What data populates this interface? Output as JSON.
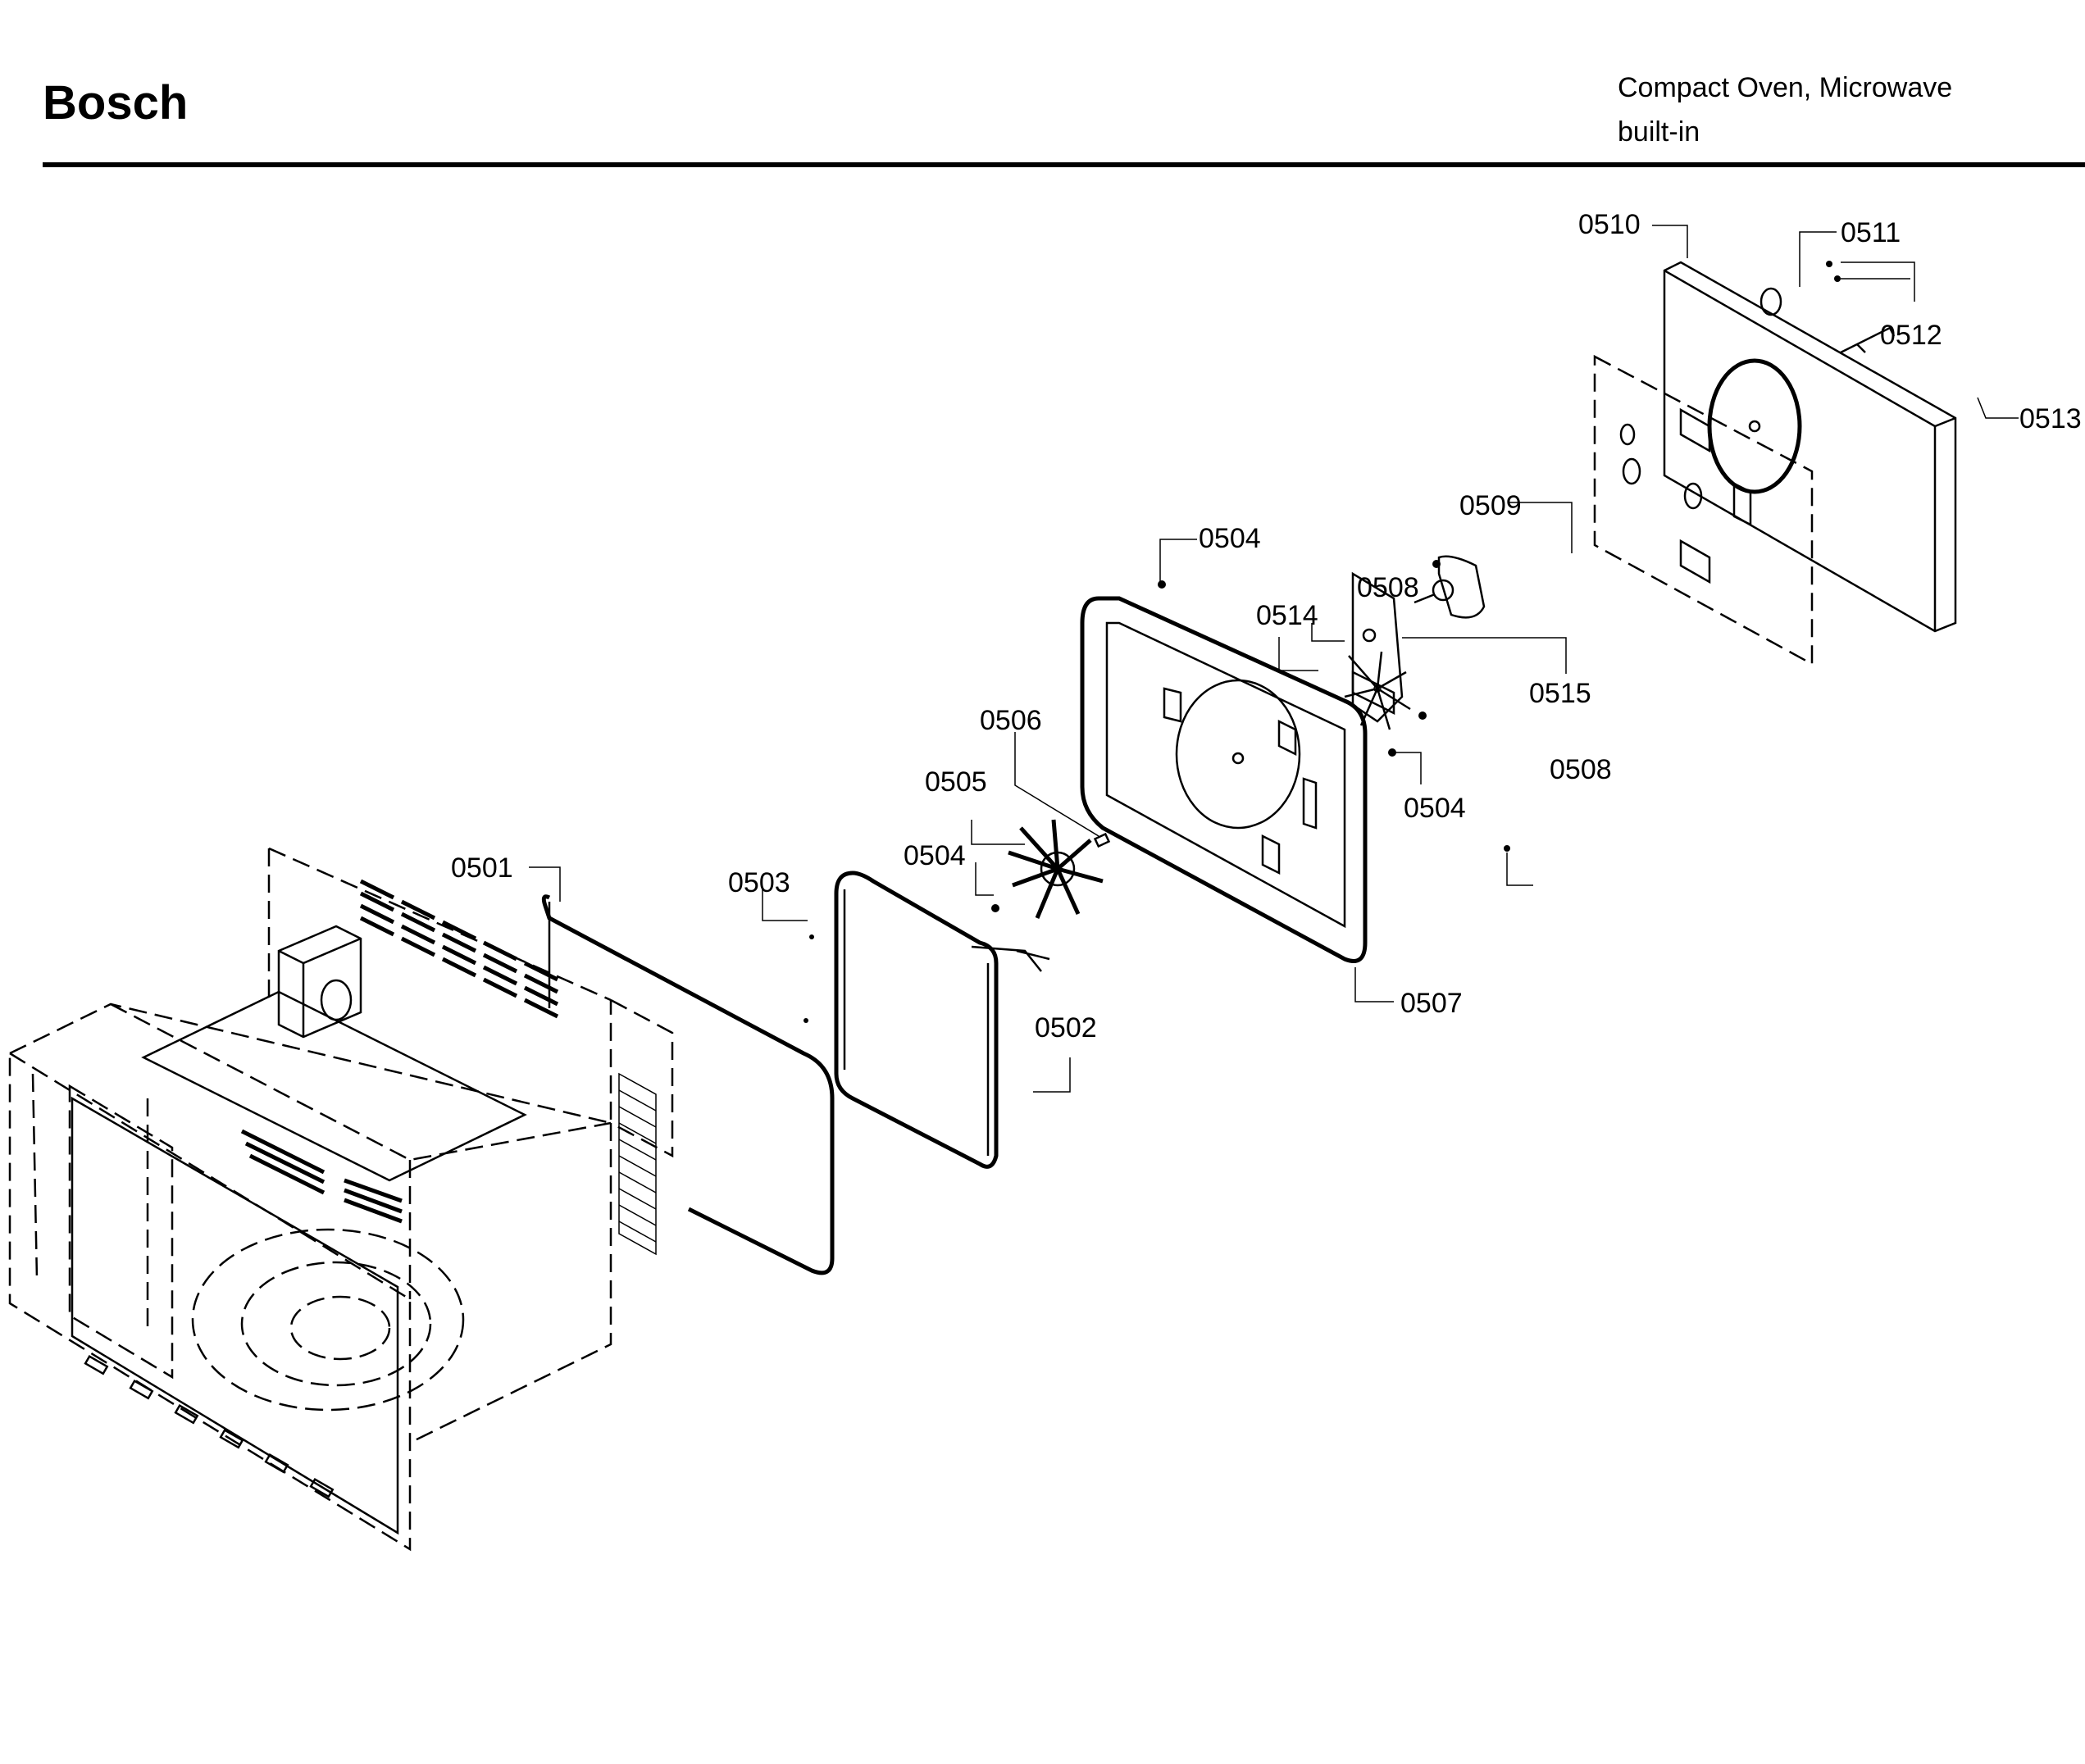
{
  "header": {
    "brand": "Bosch",
    "product_line1": "Compact Oven, Microwave",
    "product_line2": "built-in"
  },
  "diagram": {
    "title": "Exploded parts view",
    "callouts": [
      {
        "id": "0501",
        "label": "0501"
      },
      {
        "id": "0502",
        "label": "0502"
      },
      {
        "id": "0503",
        "label": "0503"
      },
      {
        "id": "0504a",
        "label": "0504"
      },
      {
        "id": "0504b",
        "label": "0504"
      },
      {
        "id": "0504c",
        "label": "0504"
      },
      {
        "id": "0505",
        "label": "0505"
      },
      {
        "id": "0506",
        "label": "0506"
      },
      {
        "id": "0507",
        "label": "0507"
      },
      {
        "id": "0508a",
        "label": "0508"
      },
      {
        "id": "0508b",
        "label": "0508"
      },
      {
        "id": "0509",
        "label": "0509"
      },
      {
        "id": "0510",
        "label": "0510"
      },
      {
        "id": "0511",
        "label": "0511"
      },
      {
        "id": "0512",
        "label": "0512"
      },
      {
        "id": "0513",
        "label": "0513"
      },
      {
        "id": "0514",
        "label": "0514"
      },
      {
        "id": "0515",
        "label": "0515"
      }
    ]
  }
}
